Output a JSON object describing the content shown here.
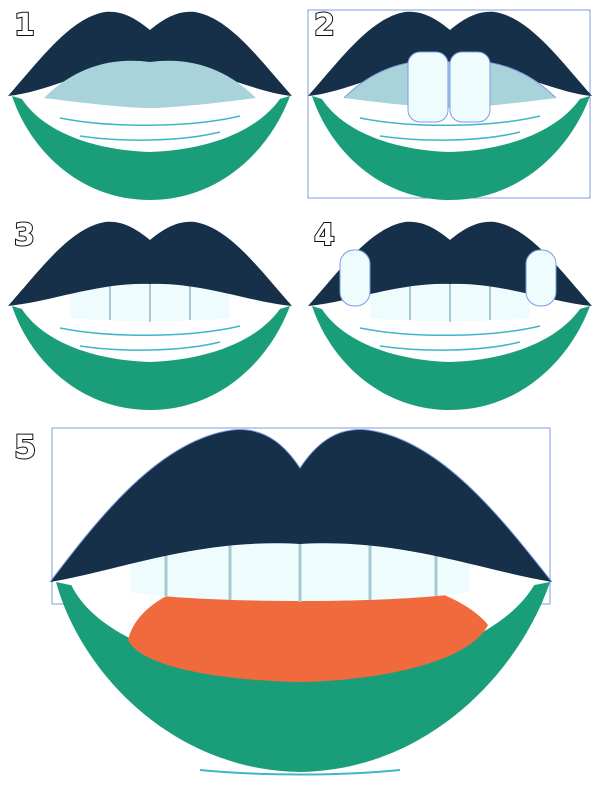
{
  "steps": [
    {
      "label": "1"
    },
    {
      "label": "2"
    },
    {
      "label": "3"
    },
    {
      "label": "4"
    },
    {
      "label": "5"
    }
  ],
  "colors": {
    "upper_lip": "#173049",
    "lower_lip": "#1a9e7a",
    "mouth_interior": "#a8d3da",
    "teeth": "#eefcfd",
    "tooth_outline": "#a7c9d3",
    "tongue": "#f06a3d",
    "guide_line": "#3fb7c9",
    "selection": "#7d9be0"
  }
}
